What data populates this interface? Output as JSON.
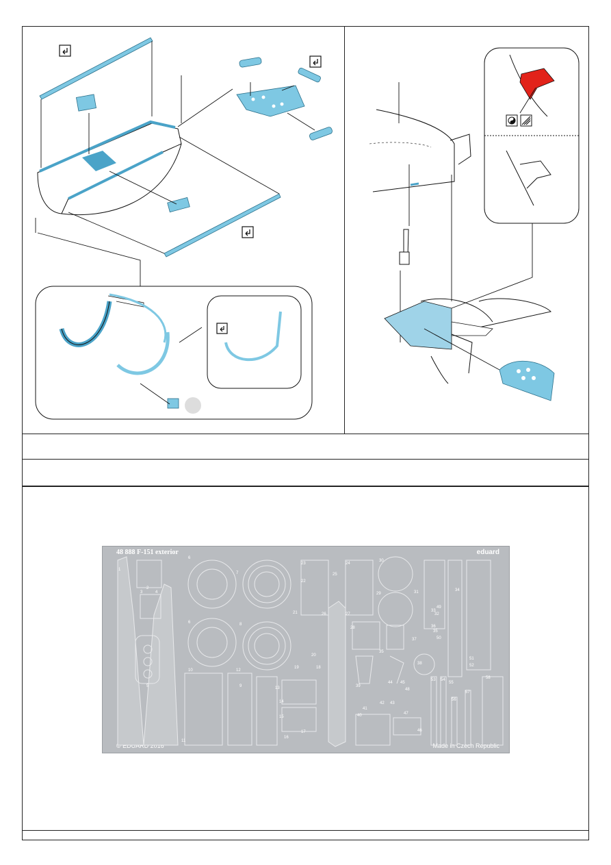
{
  "fret": {
    "code_title": "48 888  F-151 exterior",
    "brand": "eduard",
    "copyright": "© EDUARD 2016",
    "origin": "Made in Czech Republic",
    "part_numbers": [
      "1",
      "2",
      "3",
      "4",
      "5",
      "6",
      "7",
      "8",
      "9",
      "10",
      "11",
      "12",
      "13",
      "14",
      "15",
      "16",
      "17",
      "18",
      "19",
      "20",
      "21",
      "22",
      "23",
      "24",
      "25",
      "26",
      "27",
      "28",
      "29",
      "30",
      "31",
      "32",
      "33",
      "34",
      "35",
      "36",
      "37",
      "38",
      "39",
      "40",
      "41",
      "42",
      "43",
      "44",
      "45",
      "46",
      "47",
      "48",
      "49",
      "50",
      "51",
      "52",
      "53",
      "54",
      "55",
      "56",
      "57",
      "58"
    ]
  },
  "colors": {
    "photo_etch_part": "#7ec8e3",
    "highlight_red": "#e2231a",
    "fret_metal": "#b9bcc0",
    "line": "#222222"
  },
  "icons": [
    "bend-icon",
    "paint-icon",
    "hatch-icon"
  ]
}
